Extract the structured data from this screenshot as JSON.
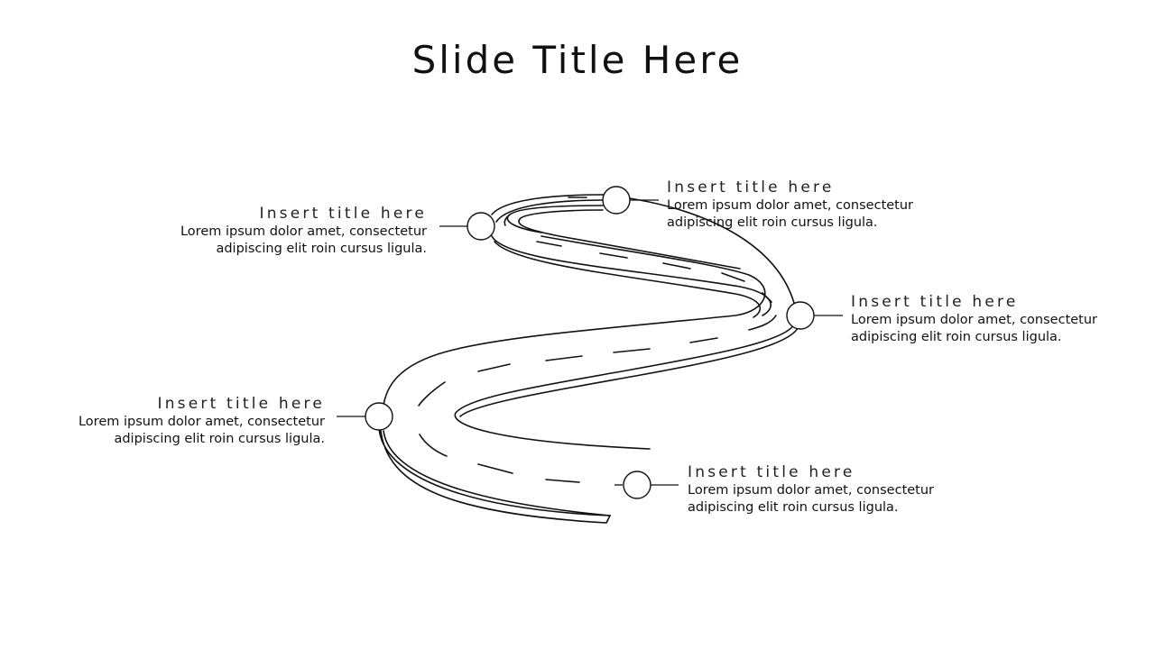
{
  "slide": {
    "title": "Slide Title Here"
  },
  "milestones": [
    {
      "title": "Insert title here",
      "line1": "Lorem ipsum dolor amet, consectetur",
      "line2": "adipiscing elit roin cursus ligula."
    },
    {
      "title": "Insert title here",
      "line1": "Lorem ipsum dolor amet, consectetur",
      "line2": "adipiscing elit roin cursus ligula."
    },
    {
      "title": "Insert title here",
      "line1": "Lorem ipsum dolor amet, consectetur",
      "line2": "adipiscing elit roin cursus ligula."
    },
    {
      "title": "Insert title here",
      "line1": "Lorem ipsum dolor amet, consectetur",
      "line2": "adipiscing elit roin cursus ligula."
    },
    {
      "title": "Insert title here",
      "line1": "Lorem ipsum dolor amet, consectetur",
      "line2": "adipiscing elit roin cursus ligula."
    }
  ],
  "colors": {
    "stroke": "#111111",
    "background": "#ffffff",
    "text": "#111111"
  }
}
